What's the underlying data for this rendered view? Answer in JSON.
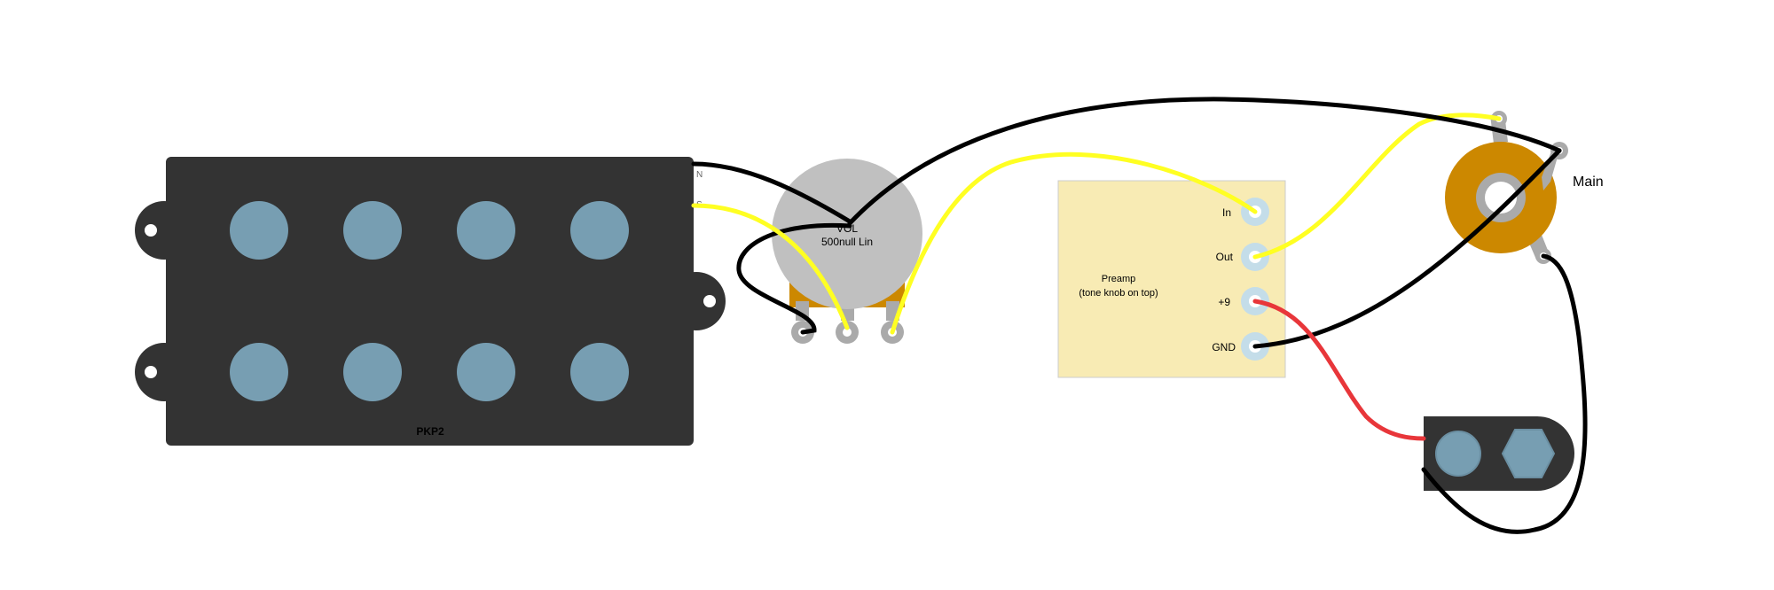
{
  "pickup": {
    "name": "PKP2",
    "lead_n": "N",
    "lead_s": "S"
  },
  "pot": {
    "label": "VOL",
    "value": "500null Lin"
  },
  "preamp": {
    "title": "Preamp",
    "note": "(tone knob on top)",
    "terminals": [
      "In",
      "Out",
      "+9",
      "GND"
    ]
  },
  "jack": {
    "label": "Main"
  },
  "colors": {
    "pickup_body": "#333333",
    "pole_piece": "#779eb2",
    "pot_body": "#c0c0c0",
    "pot_base": "#cc8800",
    "preamp_board": "#f8ebb4",
    "jack_ring": "#cc8800",
    "battery_body": "#333333",
    "wire_black": "#000000",
    "wire_yellow": "#ffff22",
    "wire_red": "#e8363a"
  }
}
